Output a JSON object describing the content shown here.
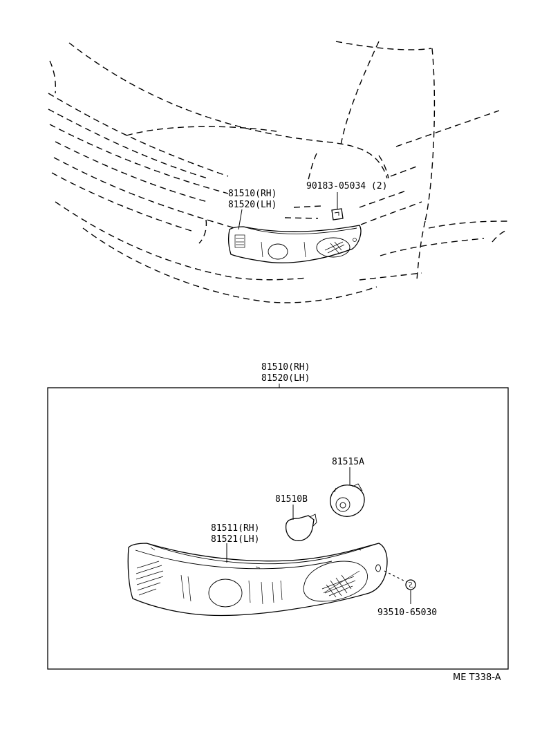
{
  "overview": {
    "lamp_label_rh": "81510(RH)",
    "lamp_label_lh": "81520(LH)",
    "clip_label": "90183-05034 (2)"
  },
  "detail": {
    "assembly_label_rh": "81510(RH)",
    "assembly_label_lh": "81520(LH)",
    "socket_label": "81515A",
    "bulb_label": "81510B",
    "lens_label_rh": "81511(RH)",
    "lens_label_lh": "81521(LH)",
    "nut_label": "93510-65030"
  },
  "reference_code": "ME T338-A"
}
